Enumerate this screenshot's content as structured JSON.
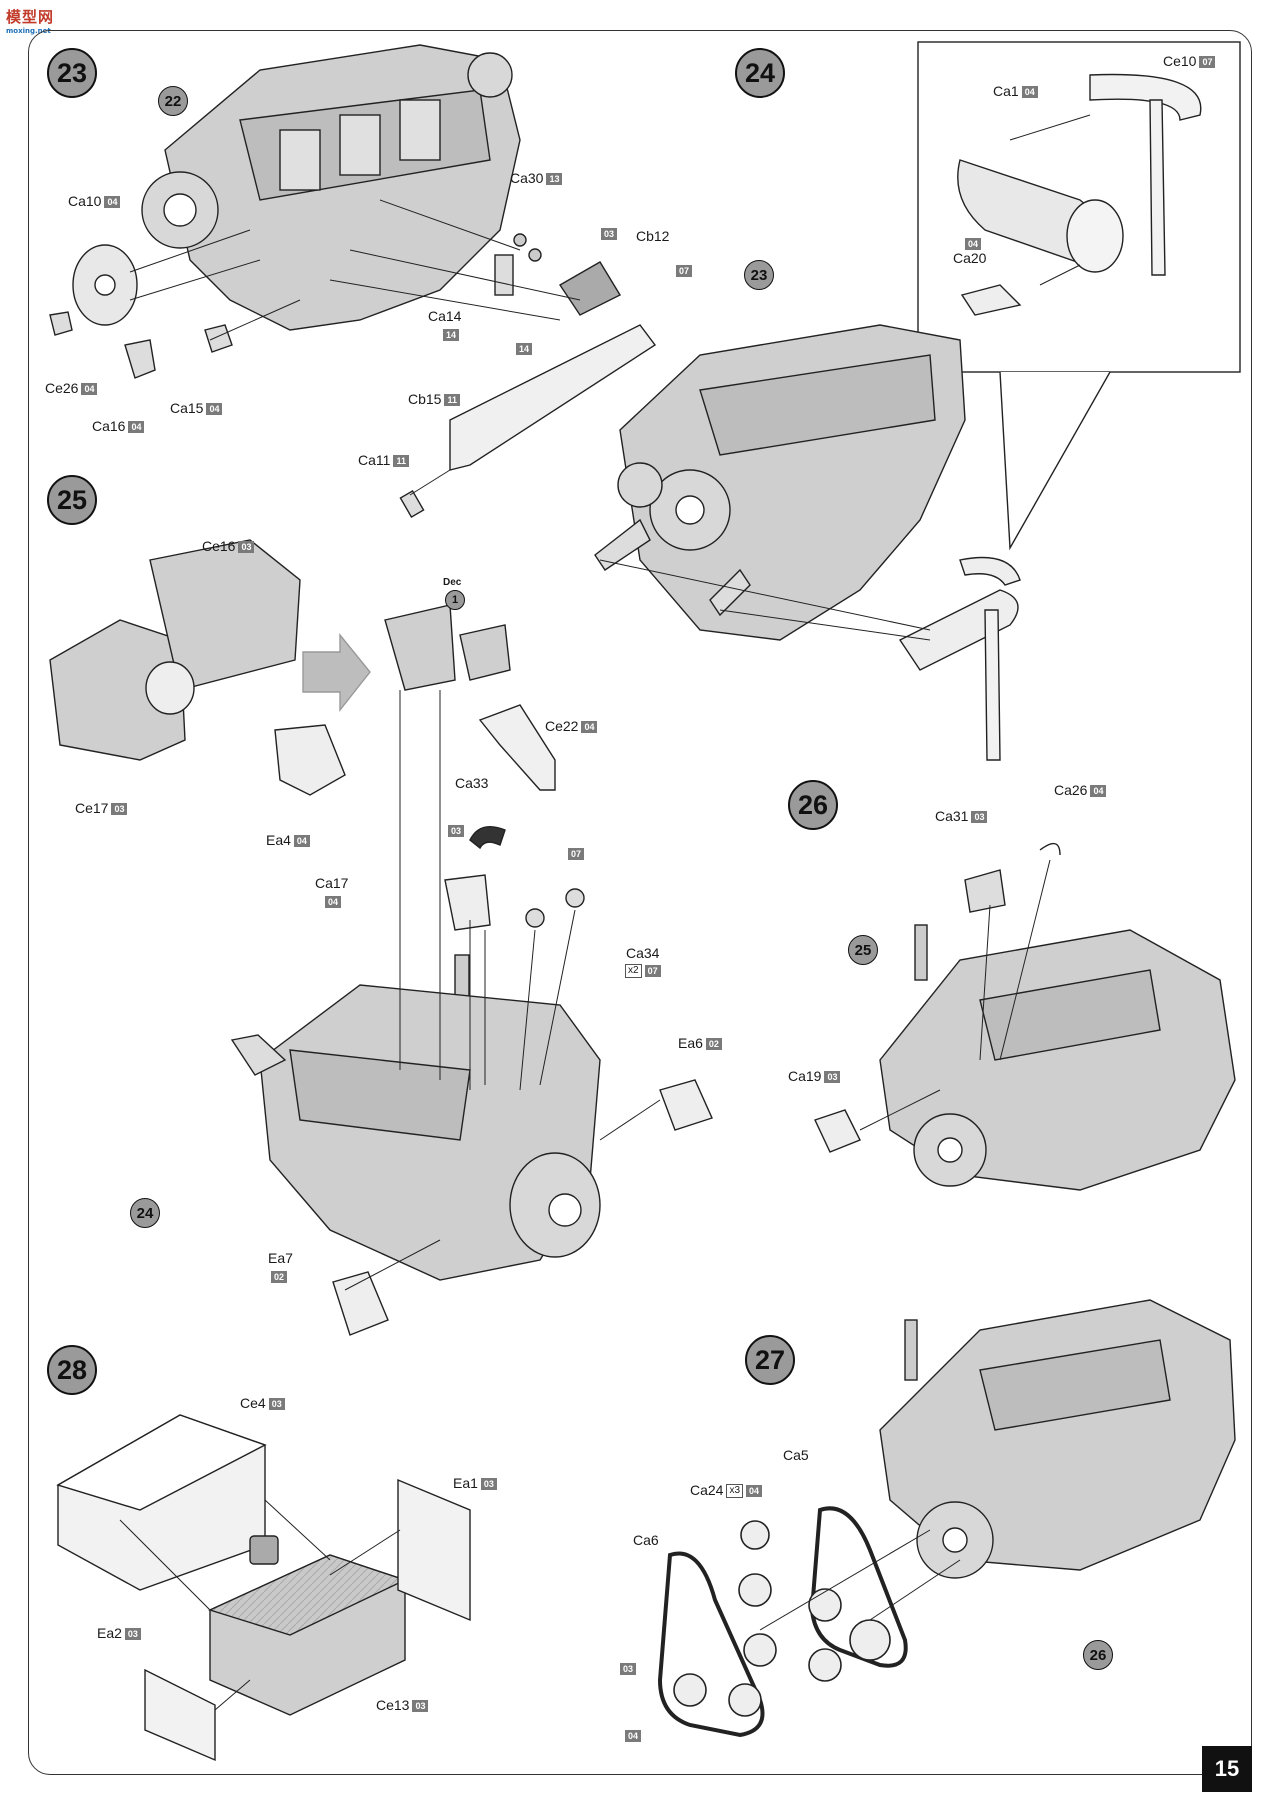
{
  "watermark": {
    "main": "模型网",
    "sub": "moxing.net"
  },
  "page_number": "15",
  "steps": {
    "s23": "23",
    "s24": "24",
    "s25": "25",
    "s26": "26",
    "s27": "27",
    "s28": "28"
  },
  "refs": {
    "r22": "22",
    "r23": "23",
    "r25": "25",
    "r24": "24",
    "r26": "26",
    "dec_num": "1"
  },
  "dec_label": "Dec",
  "labels": {
    "ca10": "Ca10",
    "ca10_c": "04",
    "ce26": "Ce26",
    "ce26_c": "04",
    "ca16": "Ca16",
    "ca16_c": "04",
    "ca15": "Ca15",
    "ca15_c": "04",
    "ca30": "Ca30",
    "ca30_c": "13",
    "cb12": "Cb12",
    "cb12_c": "07",
    "cb12_pre": "03",
    "ca14": "Ca14",
    "ca14_c": "14",
    "ca14_c2": "14",
    "cb15": "Cb15",
    "cb15_c": "11",
    "ca11": "Ca11",
    "ca11_c": "11",
    "ce10": "Ce10",
    "ce10_c": "07",
    "ca1": "Ca1",
    "ca1_c": "04",
    "ca20": "Ca20",
    "ca20_c": "04",
    "ce16": "Ce16",
    "ce16_c": "03",
    "ce17": "Ce17",
    "ce17_c": "03",
    "ea4": "Ea4",
    "ea4_c": "04",
    "ce22": "Ce22",
    "ce22_c": "04",
    "ca33": "Ca33",
    "ca33_c1": "03",
    "ca33_c2": "07",
    "ca17": "Ca17",
    "ca17_c": "04",
    "ca34": "Ca34",
    "ca34_qty": "x2",
    "ca34_c": "07",
    "ea6": "Ea6",
    "ea6_c": "02",
    "ea7": "Ea7",
    "ea7_c": "02",
    "ca31": "Ca31",
    "ca31_c": "03",
    "ca26": "Ca26",
    "ca26_c": "04",
    "ca19": "Ca19",
    "ca19_c": "03",
    "ce4": "Ce4",
    "ce4_c": "03",
    "ea1": "Ea1",
    "ea1_c": "03",
    "ea2": "Ea2",
    "ea2_c": "03",
    "ce13": "Ce13",
    "ce13_c": "03",
    "ca5": "Ca5",
    "ca24": "Ca24",
    "ca24_qty": "x3",
    "ca24_c": "04",
    "ca6": "Ca6",
    "belt_c1": "03",
    "belt_c2": "04"
  }
}
